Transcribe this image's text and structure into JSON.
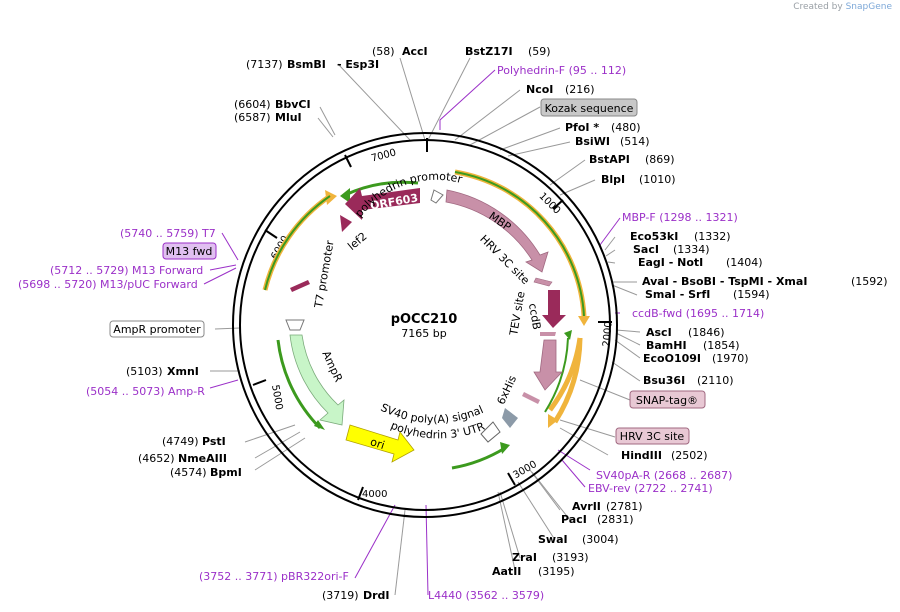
{
  "credit": {
    "prefix": "Created by",
    "brand": "SnapGene"
  },
  "plasmid": {
    "name": "pOCC210",
    "size": "7165 bp"
  },
  "ticks": [
    "1000",
    "2000",
    "3000",
    "4000",
    "5000",
    "6000",
    "7000"
  ],
  "features": {
    "orf603": "ORF603",
    "lef2": "lef2",
    "polyhedrin_promoter": "polyhedrin promoter",
    "mbp": "MBP",
    "hrv3c_site": "HRV 3C site",
    "ccdb": "ccdB",
    "tev_site": "TEV site",
    "his6": "6xHis",
    "sv40": "SV40 poly(A) signal",
    "polh_utr": "polyhedrin 3' UTR",
    "ori": "ori",
    "ampr": "AmpR",
    "t7_promoter": "T7 promoter"
  },
  "boxed": {
    "kozak": "Kozak sequence",
    "m13fwd": "M13 fwd",
    "ampr_promoter": "AmpR promoter",
    "snap_tag": "SNAP-tag®",
    "hrv3c": "HRV 3C site"
  },
  "sites": {
    "acci": {
      "pos": "(58)",
      "name": "AccI"
    },
    "bstz17i": {
      "name": "BstZ17I",
      "pos": "(59)"
    },
    "bsmbi": {
      "pos": "(7137)",
      "name": "BsmBI",
      "name2": "- Esp3I"
    },
    "ncoi": {
      "name": "NcoI",
      "pos": "(216)"
    },
    "bbvci": {
      "pos": "(6604)",
      "name": "BbvCI"
    },
    "mlui": {
      "pos": "(6587)",
      "name": "MluI"
    },
    "pfoi": {
      "name": "PfoI *",
      "pos": "(480)"
    },
    "bsiwi": {
      "name": "BsiWI",
      "pos": "(514)"
    },
    "bstapi": {
      "name": "BstAPI",
      "pos": "(869)"
    },
    "blpi": {
      "name": "BlpI",
      "pos": "(1010)"
    },
    "eco53ki": {
      "name": "Eco53kI",
      "pos": "(1332)"
    },
    "saci": {
      "name": "SacI",
      "pos": "(1334)"
    },
    "eagi": {
      "name": "EagI - NotI",
      "pos": "(1404)"
    },
    "avai": {
      "name": "AvaI - BsoBI - TspMI - XmaI",
      "pos": "(1592)"
    },
    "smai": {
      "name": "SmaI - SrfI",
      "pos": "(1594)"
    },
    "asci": {
      "name": "AscI",
      "pos": "(1846)"
    },
    "bamhi": {
      "name": "BamHI",
      "pos": "(1854)"
    },
    "eco0109i": {
      "name": "EcoO109I",
      "pos": "(1970)"
    },
    "bsu36i": {
      "name": "Bsu36I",
      "pos": "(2110)"
    },
    "hindiii": {
      "name": "HindIII",
      "pos": "(2502)"
    },
    "avrii": {
      "name": "AvrII",
      "pos": "(2781)"
    },
    "paci": {
      "name": "PacI",
      "pos": "(2831)"
    },
    "swai": {
      "name": "SwaI",
      "pos": "(3004)"
    },
    "zrai": {
      "name": "ZraI",
      "pos": "(3193)"
    },
    "aatii": {
      "name": "AatII",
      "pos": "(3195)"
    },
    "drdi": {
      "pos": "(3719)",
      "name": "DrdI"
    },
    "psti": {
      "pos": "(4749)",
      "name": "PstI"
    },
    "nmeaiii": {
      "pos": "(4652)",
      "name": "NmeAIII"
    },
    "bpmi": {
      "pos": "(4574)",
      "name": "BpmI"
    },
    "xmni": {
      "pos": "(5103)",
      "name": "XmnI"
    }
  },
  "primers": {
    "polyhedrin_f": "Polyhedrin-F    (95 .. 112)",
    "mbp_f": "MBP-F    (1298 .. 1321)",
    "ccdb_fwd": "ccdB-fwd    (1695 .. 1714)",
    "sv40pa_r": "SV40pA-R    (2668 .. 2687)",
    "ebv_rev": "EBV-rev    (2722 .. 2741)",
    "l4440": "L4440    (3562 .. 3579)",
    "pbr322ori_f": "(3752 .. 3771)  pBR322ori-F",
    "amp_r": "(5054 .. 5073)  Amp-R",
    "t7": "(5740 .. 5759)  T7",
    "m13_forward": "(5712 .. 5729)  M13 Forward",
    "m13puc_forward": "(5698 .. 5720)  M13/pUC Forward"
  },
  "colors": {
    "backbone": "#000000",
    "orange": "#f0b43c",
    "green": "#3c9a1e",
    "maroon": "#9a2a5a",
    "mauve": "#c890a8",
    "ampr": "#c8f5c8",
    "ori": "#ffff00",
    "primer": "#9b30c8",
    "leader": "#888888"
  }
}
